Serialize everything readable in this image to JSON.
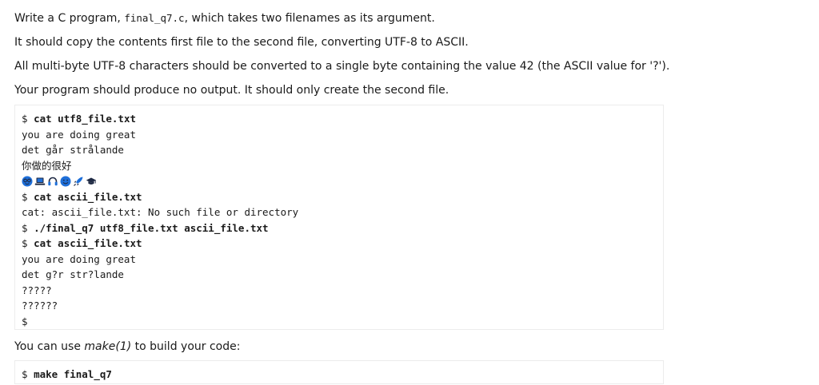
{
  "intro": {
    "line1_pre": "Write a C program, ",
    "line1_code": "final_q7.c",
    "line1_post": ", which takes two filenames as its argument.",
    "line2": "It should copy the contents first file to the second file, converting UTF-8 to ASCII.",
    "line3": "All multi-byte UTF-8 characters should be converted to a single byte containing the value 42 (the ASCII value for '?').",
    "line4": "Your program should produce no output. It should only create the second file."
  },
  "terminal": {
    "prompt": "$ ",
    "cmd1": "cat utf8_file.txt",
    "out1": "you are doing great",
    "out2": "det går strålande",
    "out3": "你做的很好",
    "emoji_icons": [
      "nerd-face-icon",
      "laptop-icon",
      "headphones-icon",
      "smiling-face-icon",
      "rocket-icon",
      "graduation-cap-icon"
    ],
    "cmd2": "cat ascii_file.txt",
    "out4": "cat: ascii_file.txt: No such file or directory",
    "cmd3": "./final_q7 utf8_file.txt ascii_file.txt",
    "cmd4": "cat ascii_file.txt",
    "out5": "you are doing great",
    "out6": "det g?r str?lande",
    "out7": "?????",
    "out8": "??????",
    "end_prompt": "$"
  },
  "build": {
    "text_pre": "You can use ",
    "text_em": "make(1)",
    "text_post": " to build your code:",
    "prompt": "$ ",
    "cmd": "make final_q7"
  },
  "colors": {
    "emoji_blue": "#1e6fd9",
    "emoji_dark": "#1f2a44"
  }
}
